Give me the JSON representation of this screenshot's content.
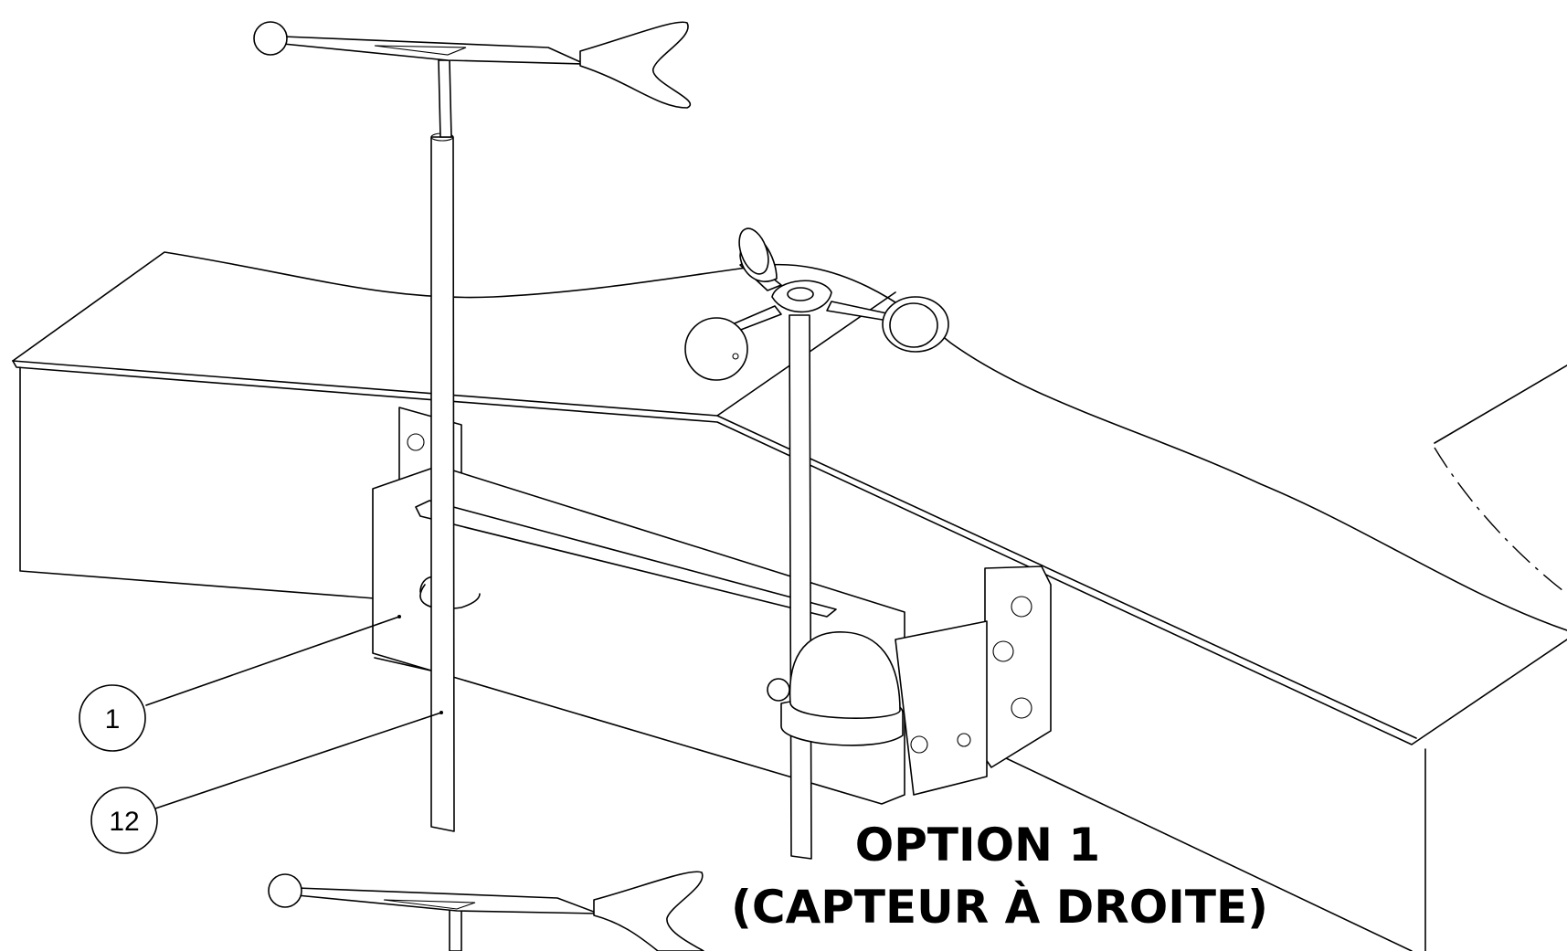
{
  "balloons": [
    {
      "id": "1",
      "label": "1"
    },
    {
      "id": "12",
      "label": "12"
    }
  ],
  "caption": {
    "line1": "OPTION 1",
    "line2": "(CAPTEUR À DROITE)"
  }
}
